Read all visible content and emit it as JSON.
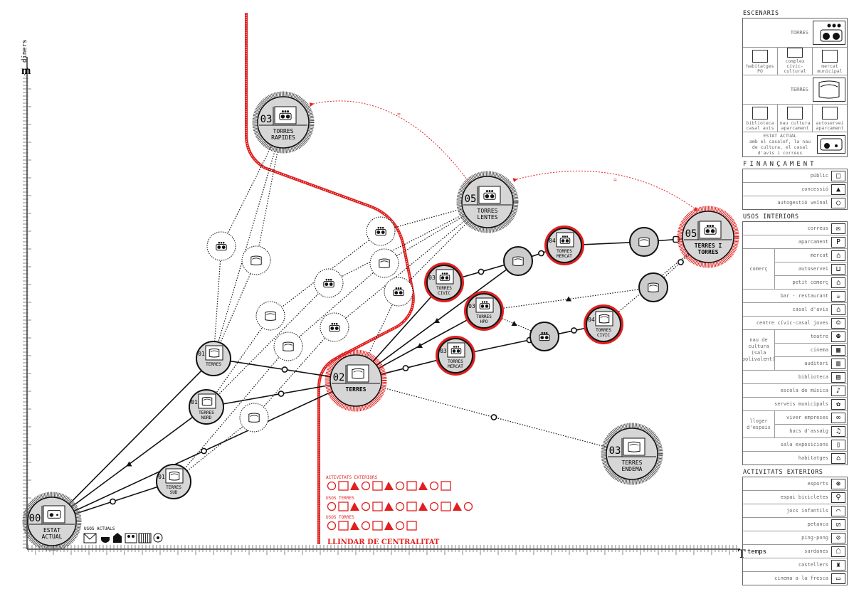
{
  "axes": {
    "y_label": "diners",
    "y_icon": "money-icon",
    "x_label": "temps",
    "x_icon": "time-icon"
  },
  "nodes": {
    "estat_actual": {
      "num": "00",
      "label1": "ESTAT",
      "label2": "ACTUAL"
    },
    "terres": {
      "num": "02",
      "label1": "TERRES"
    },
    "torres_rapides": {
      "num": "03",
      "label1": "TORRES",
      "label2": "RAPIDES"
    },
    "torres_lentes": {
      "num": "05",
      "label1": "TORRES",
      "label2": "LENTES"
    },
    "terres_i_torres": {
      "num": "05",
      "label1": "TERRES I",
      "label2": "TORRES"
    },
    "terres_endema": {
      "num": "03",
      "label1": "TERRES",
      "label2": "ENDEMA"
    },
    "terres_01": {
      "num": "01",
      "label1": "TERRES"
    },
    "terres_nord": {
      "num": "01",
      "label1": "TERRES",
      "label2": "NORD"
    },
    "terres_sud": {
      "num": "01",
      "label1": "TERRES",
      "label2": "SUD"
    },
    "torres_civic_03": {
      "num": "03",
      "label1": "TORRES",
      "label2": "CIVIC"
    },
    "torres_hpo": {
      "num": "03",
      "label1": "TORRES",
      "label2": "HPO"
    },
    "torres_mercat_03": {
      "num": "03",
      "label1": "TORRES",
      "label2": "MERCAT"
    },
    "torres_mercat_04": {
      "num": "04",
      "label1": "TORRES",
      "label2": "MERCAT"
    },
    "torres_civic_04": {
      "num": "04",
      "label1": "TORRES",
      "label2": "CIVIC"
    }
  },
  "connector_labels": {
    "top": "=",
    "right": "="
  },
  "usos_actuals": {
    "title": "USOS ACTUALS",
    "icons": [
      "mail-icon",
      "cup-icon",
      "house-icon",
      "people-icon",
      "cinema-icon",
      "gear-icon"
    ]
  },
  "threshold": {
    "line1": "ACTIVITATS EXTERIORS",
    "line2": "USOS TERRES",
    "line3": "USOS TORRES",
    "caption": "LLINDAR DE CENTRALITAT"
  },
  "legend": {
    "escenaris_title": "ESCENARIS",
    "torres": "TORRES",
    "habitatges_po": [
      "habitatges",
      "PO"
    ],
    "complex": [
      "complex",
      "cívic-cultural"
    ],
    "mercat_municipal": [
      "mercat",
      "municipal"
    ],
    "terres": "TERRES",
    "biblioteca": [
      "biblioteca",
      "casal avis"
    ],
    "nau_cultura": [
      "nau cultura",
      "aparcament"
    ],
    "autoservei": [
      "autoservei",
      "aparcament"
    ],
    "estat_actual": [
      "ESTAT ACTUAL",
      "amb el casalef, la nau",
      "de cultura, el casal",
      "d'avis i correus"
    ],
    "financament_title": "FINANÇAMENT",
    "financament": [
      {
        "label": "públic",
        "icon": "square-icon",
        "glyph": "□"
      },
      {
        "label": "concessió",
        "icon": "triangle-icon",
        "glyph": "▲"
      },
      {
        "label": "autogestió veïnal",
        "icon": "circle-icon",
        "glyph": "○"
      }
    ],
    "usos_title": "USOS INTERIORS",
    "usos_pre": [
      {
        "label": "correus",
        "icon": "mail-icon",
        "glyph": "✉"
      },
      {
        "label": "aparcament",
        "icon": "parking-icon",
        "glyph": "P"
      }
    ],
    "comerc_group": {
      "name": "comerç",
      "rows": [
        {
          "label": "mercat",
          "icon": "market-icon",
          "glyph": "⌂"
        },
        {
          "label": "autoservei",
          "icon": "cart-icon",
          "glyph": "⊔"
        },
        {
          "label": "petit comerç",
          "icon": "shop-icon",
          "glyph": "⌂"
        }
      ]
    },
    "usos_mid": [
      {
        "label": "bar - restaurant",
        "icon": "cup-icon",
        "glyph": "☕"
      },
      {
        "label": "casal d'avis",
        "icon": "house-icon",
        "glyph": "⌂"
      },
      {
        "label": "centre cívic-casal joves",
        "icon": "people-icon",
        "glyph": "☺"
      }
    ],
    "nau_group": {
      "name": "nau de cultura (sala polivalent)",
      "rows": [
        {
          "label": "teatre",
          "icon": "mask-icon",
          "glyph": "☻"
        },
        {
          "label": "cinema",
          "icon": "film-icon",
          "glyph": "▦"
        },
        {
          "label": "auditori",
          "icon": "auditorium-icon",
          "glyph": "▥"
        }
      ]
    },
    "usos_mid2": [
      {
        "label": "biblioteca",
        "icon": "book-icon",
        "glyph": "▤"
      },
      {
        "label": "escola de música",
        "icon": "clef-icon",
        "glyph": "♪"
      },
      {
        "label": "serveis municipals",
        "icon": "flower-icon",
        "glyph": "✿"
      }
    ],
    "lloguer_group": {
      "name": "lloger d'espais",
      "rows": [
        {
          "label": "viver empreses",
          "icon": "rings-icon",
          "glyph": "∞"
        },
        {
          "label": "bucs d'assaig",
          "icon": "music-icon",
          "glyph": "♫"
        }
      ]
    },
    "usos_post": [
      {
        "label": "sala exposicions",
        "icon": "frame-icon",
        "glyph": "▯"
      },
      {
        "label": "habitatges",
        "icon": "building-icon",
        "glyph": "⌂"
      }
    ],
    "exteriors_title": "ACTIVITATS EXTERIORS",
    "exteriors": [
      {
        "label": "esports",
        "icon": "ball-icon",
        "glyph": "⊛"
      },
      {
        "label": "espai bicicletes",
        "icon": "bike-icon",
        "glyph": "⚲"
      },
      {
        "label": "jocs infantils",
        "icon": "slide-icon",
        "glyph": "⌒"
      },
      {
        "label": "petanca",
        "icon": "petanca-icon",
        "glyph": "⧄"
      },
      {
        "label": "ping-pong",
        "icon": "pingpong-icon",
        "glyph": "⊘"
      },
      {
        "label": "sardanes",
        "icon": "dance-icon",
        "glyph": "☖"
      },
      {
        "label": "castellers",
        "icon": "tower-icon",
        "glyph": "♜"
      },
      {
        "label": "cinema a la fresca",
        "icon": "screen-icon",
        "glyph": "▭"
      }
    ]
  }
}
